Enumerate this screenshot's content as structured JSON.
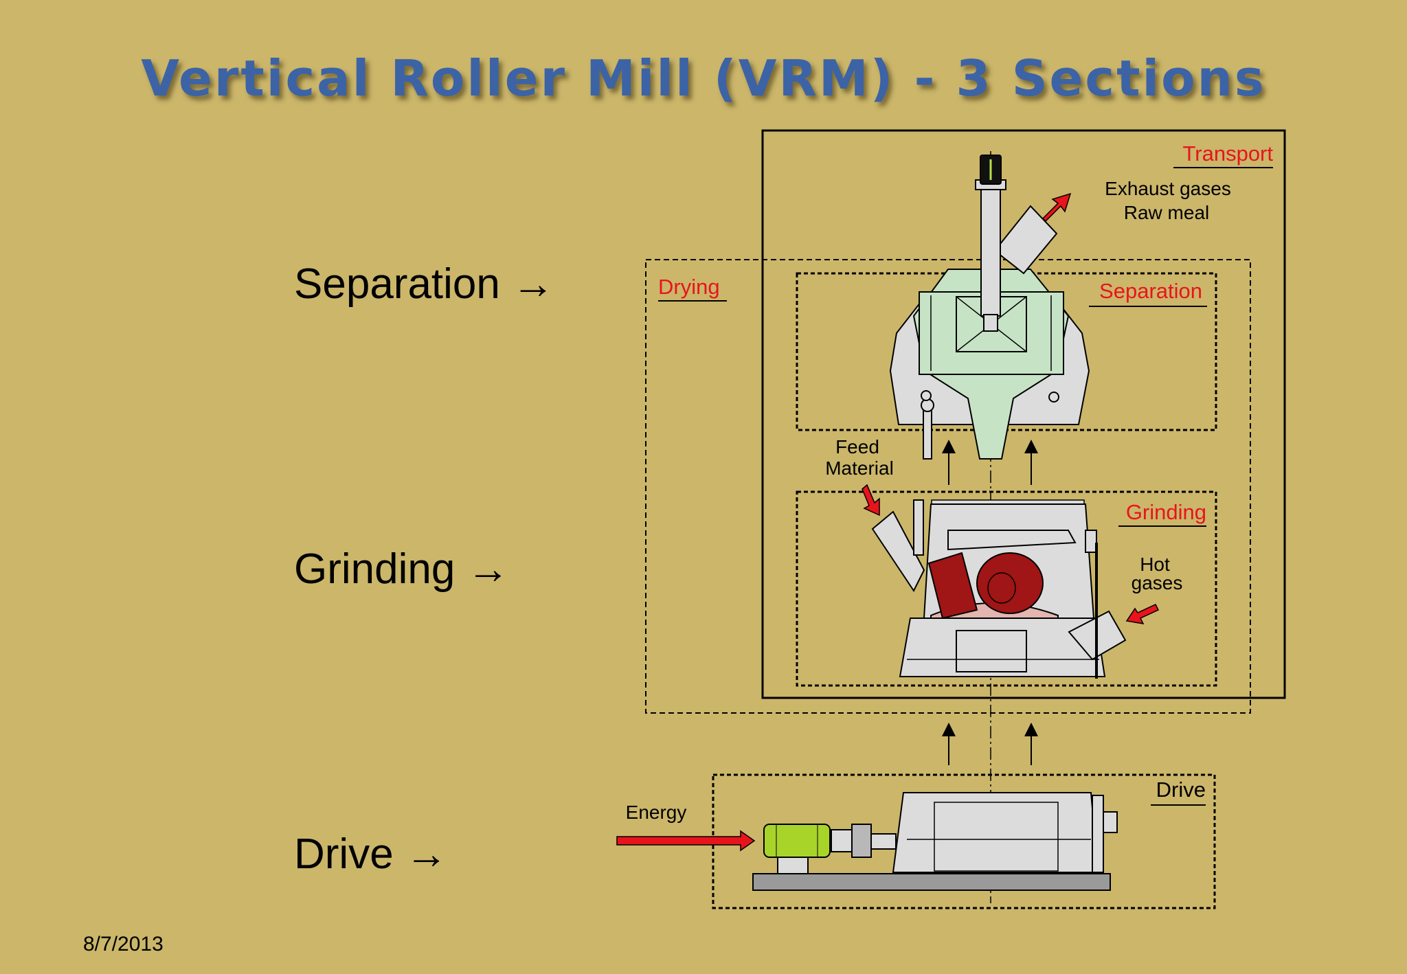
{
  "slide": {
    "title": "Vertical Roller Mill (VRM) - 3 Sections",
    "date": "8/7/2013"
  },
  "sections": {
    "separation": "Separation →",
    "grinding": "Grinding  →",
    "drive": "Drive   →"
  },
  "diagram": {
    "box_labels": {
      "transport": "Transport",
      "drying": "Drying",
      "separation": "Separation",
      "grinding": "Grinding",
      "drive": "Drive"
    },
    "annotations": {
      "exhaust_gases": "Exhaust gases",
      "raw_meal": "Raw meal",
      "feed_line1": "Feed",
      "feed_line2": "Material",
      "hot_line1": "Hot",
      "hot_line2": "gases",
      "energy": "Energy"
    },
    "colors": {
      "background": "#cbb66a",
      "title": "#3c63a6",
      "label_red": "#e8141c",
      "machine_gray": "#dcdcdc",
      "separator_green": "#c6e3c6",
      "roller_red": "#a01515",
      "motor_green": "#a8d42a"
    }
  }
}
